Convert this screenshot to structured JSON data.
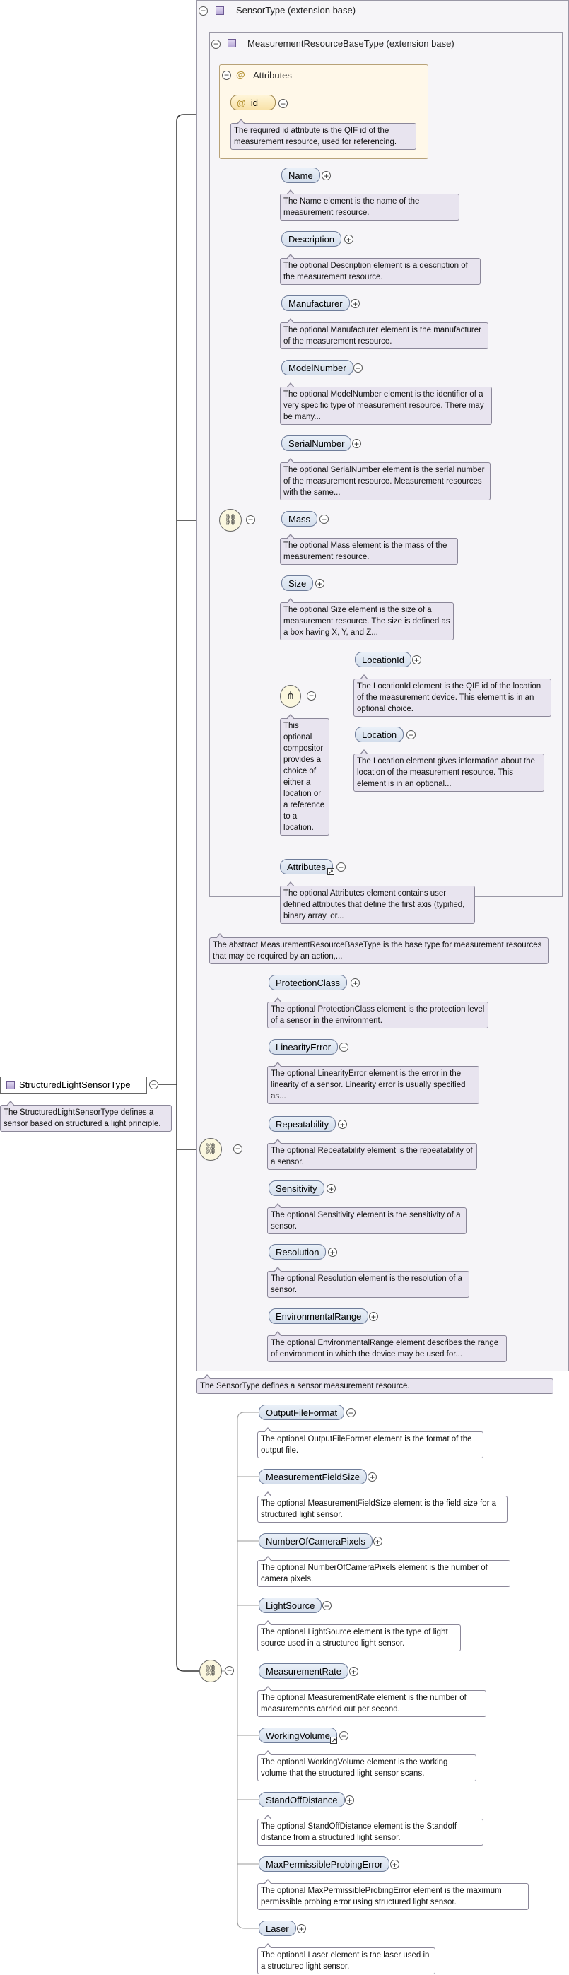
{
  "root": {
    "name": "StructuredLightSensorType",
    "doc": "The StructuredLightSensorType defines a sensor based on structured a light principle."
  },
  "sensor_type": {
    "title": "SensorType (extension base)",
    "doc": "The SensorType defines a sensor measurement resource.",
    "measurement_resource": {
      "title": "MeasurementResourceBaseType (extension base)",
      "doc": "The abstract MeasurementResourceBaseType is the base type for measurement resources that may be required by an action,...",
      "attributes_title": "Attributes",
      "id_attr": "id",
      "id_doc": "The required id attribute is the QIF id of the measurement resource, used for referencing.",
      "elements": [
        {
          "name": "Name",
          "doc": "The Name element is the name of the measurement resource."
        },
        {
          "name": "Description",
          "doc": "The optional Description element is a description of the measurement resource."
        },
        {
          "name": "Manufacturer",
          "doc": "The optional Manufacturer element is the manufacturer of the measurement resource."
        },
        {
          "name": "ModelNumber",
          "doc": "The optional ModelNumber element is the identifier of a very specific type of measurement resource. There may be many..."
        },
        {
          "name": "SerialNumber",
          "doc": "The optional SerialNumber element is the serial number of the measurement resource. Measurement resources with the same..."
        },
        {
          "name": "Mass",
          "doc": "The optional Mass element is the mass of the measurement resource."
        },
        {
          "name": "Size",
          "doc": "The optional Size element is the size of a measurement resource. The size is defined as a box having X, Y, and Z..."
        }
      ],
      "choice_doc": "This optional compositor provides a choice of either a location or a reference to a location.",
      "choice_elements": [
        {
          "name": "LocationId",
          "doc": "The LocationId element is the QIF id of the location of the measurement device. This element is in an optional choice."
        },
        {
          "name": "Location",
          "doc": "The Location element gives information about the location of the measurement resource. This element is in an optional..."
        }
      ],
      "attributes_el": {
        "name": "Attributes",
        "doc": "The optional Attributes element contains user defined attributes that define the first axis (typified, binary array, or..."
      }
    },
    "elements": [
      {
        "name": "ProtectionClass",
        "doc": "The optional ProtectionClass element is the protection level of a sensor in the environment."
      },
      {
        "name": "LinearityError",
        "doc": "The optional LinearityError element is the error in the linearity of a sensor. Linearity error is usually specified as..."
      },
      {
        "name": "Repeatability",
        "doc": "The optional Repeatability element is the repeatability of a sensor."
      },
      {
        "name": "Sensitivity",
        "doc": "The optional Sensitivity element is the sensitivity of a sensor."
      },
      {
        "name": "Resolution",
        "doc": "The optional Resolution element is the resolution of a sensor."
      },
      {
        "name": "EnvironmentalRange",
        "doc": "The optional EnvironmentalRange element describes the range of environment in which the device may be used for..."
      }
    ]
  },
  "own_elements": [
    {
      "name": "OutputFileFormat",
      "doc": "The optional OutputFileFormat element is the format of the output file."
    },
    {
      "name": "MeasurementFieldSize",
      "doc": "The optional MeasurementFieldSize element is the field size for a structured light sensor."
    },
    {
      "name": "NumberOfCameraPixels",
      "doc": "The optional NumberOfCameraPixels element is the number of camera pixels."
    },
    {
      "name": "LightSource",
      "doc": "The optional LightSource element is the type of light source used in a structured light sensor."
    },
    {
      "name": "MeasurementRate",
      "doc": "The optional MeasurementRate element is the number of measurements carried out per second."
    },
    {
      "name": "WorkingVolume",
      "doc": "The optional WorkingVolume element is the working volume that the structured light sensor scans."
    },
    {
      "name": "StandOffDistance",
      "doc": "The optional StandOffDistance element is the Standoff distance from a structured light sensor."
    },
    {
      "name": "MaxPermissibleProbingError",
      "doc": "The optional MaxPermissibleProbingError element is the maximum permissible probing error using structured light sensor."
    },
    {
      "name": "Laser",
      "doc": "The optional Laser element is the laser used in a structured light sensor."
    }
  ]
}
